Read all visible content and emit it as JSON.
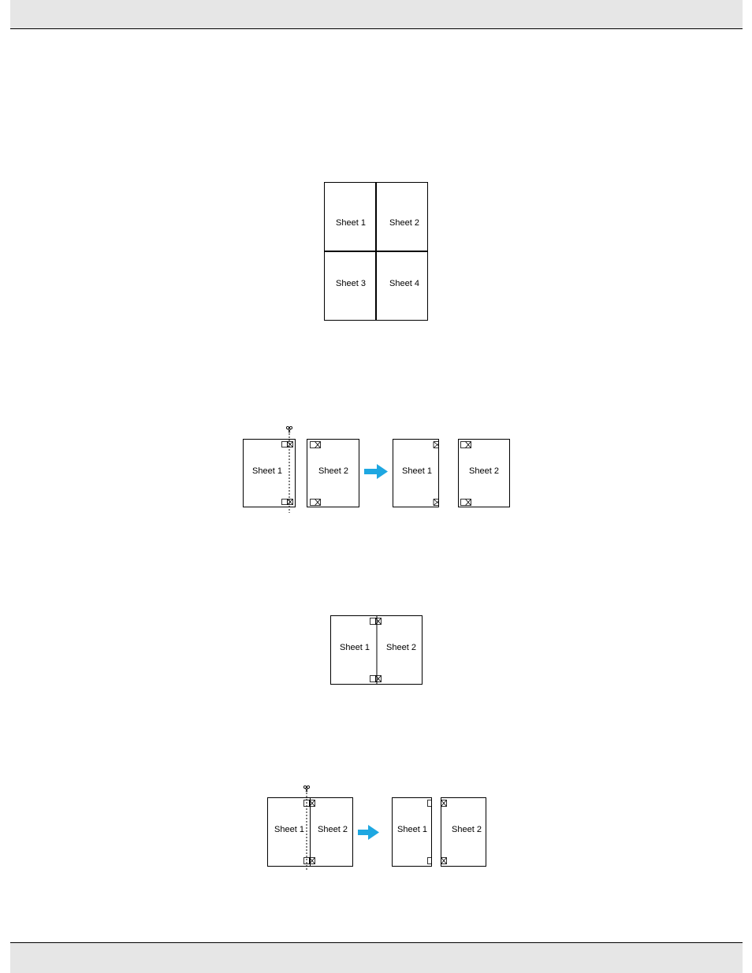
{
  "figures": {
    "layout_grid": {
      "sheet1": "Sheet 1",
      "sheet2": "Sheet 2",
      "sheet3": "Sheet 3",
      "sheet4": "Sheet 4"
    },
    "cut_step": {
      "sheet1": "Sheet 1",
      "sheet2": "Sheet 2",
      "result_sheet1": "Sheet 1",
      "result_sheet2": "Sheet 2"
    },
    "join_step": {
      "sheet1": "Sheet 1",
      "sheet2": "Sheet 2"
    },
    "trim_step": {
      "sheet1": "Sheet 1",
      "sheet2": "Sheet 2",
      "result_sheet1": "Sheet 1",
      "result_sheet2": "Sheet 2"
    }
  },
  "colors": {
    "arrow": "#1ea7e1",
    "bar": "#e6e6e6"
  }
}
